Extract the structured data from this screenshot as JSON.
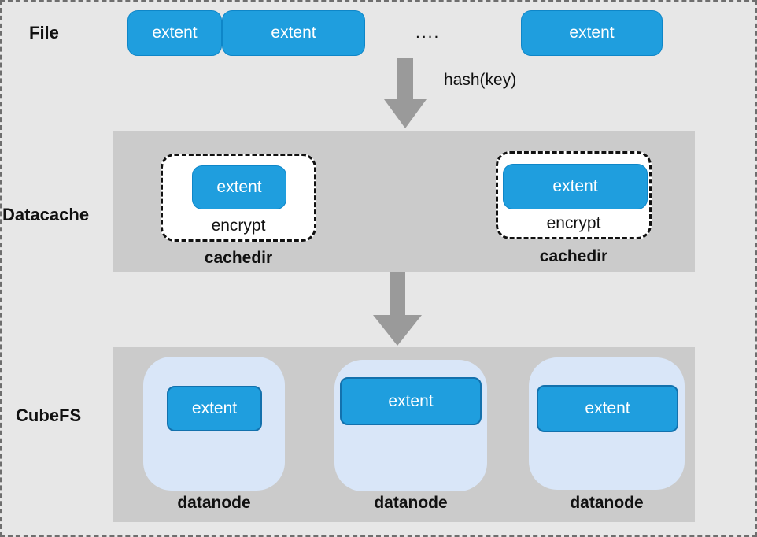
{
  "colors": {
    "background": "#e7e7e7",
    "band_gray": "#cbcbcb",
    "extent_fill": "#1f9ede",
    "extent_border": "#1371ad",
    "datanode_fill": "#d9e6f8",
    "arrow_gray": "#9a9a9a",
    "text": "#111111"
  },
  "file_row": {
    "label": "File",
    "extents": [
      "extent",
      "extent"
    ],
    "dots": "....",
    "detached_extent": "extent"
  },
  "hash_arrow": {
    "label": "hash(key)"
  },
  "datacache": {
    "label": "Datacache",
    "cachedirs": [
      {
        "extent_label": "extent",
        "encrypt_label": "encrypt",
        "caption": "cachedir"
      },
      {
        "extent_label": "extent",
        "encrypt_label": "encrypt",
        "caption": "cachedir"
      }
    ]
  },
  "cubefs": {
    "label": "CubeFS",
    "datanodes": [
      {
        "extent_label": "extent",
        "caption": "datanode"
      },
      {
        "extent_label": "extent",
        "caption": "datanode"
      },
      {
        "extent_label": "extent",
        "caption": "datanode"
      }
    ]
  }
}
